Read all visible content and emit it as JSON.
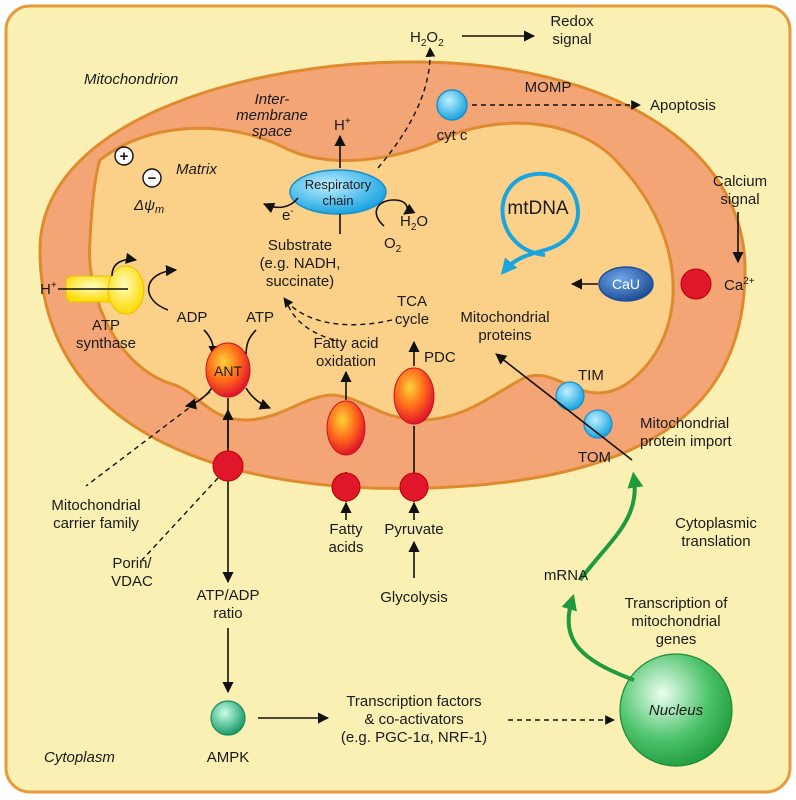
{
  "colors": {
    "background": "#fbf0b4",
    "frame": "#e69a3c",
    "outer_membrane": "#f3a576",
    "matrix": "#fbd18a",
    "red_protein": "#e0162b",
    "blue_protein": "#1aa4e0",
    "green": "#1f9a3c",
    "cau_blue": "#1f5fa8",
    "atp_synthase": "#ffe000"
  },
  "labels": {
    "mitochondrion": "Mitochondrion",
    "intermembrane_line1": "Inter-",
    "intermembrane_line2": "membrane",
    "intermembrane_line3": "space",
    "matrix": "Matrix",
    "plus": "+",
    "minus": "−",
    "delta_psi": "Δψ",
    "delta_psi_sub": "m",
    "h_plus_rc": "H",
    "respiratory_line1": "Respiratory",
    "respiratory_line2": "chain",
    "e_minus": "e",
    "h2o_h": "H",
    "h2o_2": "2",
    "h2o_o": "O",
    "o2_o": "O",
    "o2_2": "2",
    "h2o2_h": "H",
    "h2o2_2a": "2",
    "h2o2_o": "O",
    "h2o2_2b": "2",
    "redox_line1": "Redox",
    "redox_line2": "signal",
    "momp": "MOMP",
    "apoptosis": "Apoptosis",
    "cyt_c": "cyt c",
    "substrate_line1": "Substrate",
    "substrate_line2": "(e.g. NADH,",
    "substrate_line3": "succinate)",
    "mtdna": "mtDNA",
    "calcium_line1": "Calcium",
    "calcium_line2": "signal",
    "cau": "CaU",
    "ca2": "Ca",
    "ca2_sup": "2+",
    "h_plus_atp": "H",
    "atp_synthase_line1": "ATP",
    "atp_synthase_line2": "synthase",
    "adp": "ADP",
    "atp": "ATP",
    "ant": "ANT",
    "tca_line1": "TCA",
    "tca_line2": "cycle",
    "pdc": "PDC",
    "fao_line1": "Fatty acid",
    "fao_line2": "oxidation",
    "mito_proteins_line1": "Mitochondrial",
    "mito_proteins_line2": "proteins",
    "tim": "TIM",
    "tom": "TOM",
    "import_line1": "Mitochondrial",
    "import_line2": "protein import",
    "carrier_line1": "Mitochondrial",
    "carrier_line2": "carrier family",
    "porin_line1": "Porin/",
    "porin_line2": "VDAC",
    "fatty_acids_line1": "Fatty",
    "fatty_acids_line2": "acids",
    "pyruvate": "Pyruvate",
    "glycolysis": "Glycolysis",
    "ratio_line1": "ATP/ADP",
    "ratio_line2": "ratio",
    "ampk": "AMPK",
    "tf_line1": "Transcription factors",
    "tf_line2": "& co-activators",
    "tf_line3": "(e.g. PGC-1α, NRF-1)",
    "nucleus": "Nucleus",
    "mrna": "mRNA",
    "transcription_line1": "Transcription of",
    "transcription_line2": "mitochondrial",
    "transcription_line3": "genes",
    "cyto_transl_line1": "Cytoplasmic",
    "cyto_transl_line2": "translation",
    "cytoplasm": "Cytoplasm"
  }
}
